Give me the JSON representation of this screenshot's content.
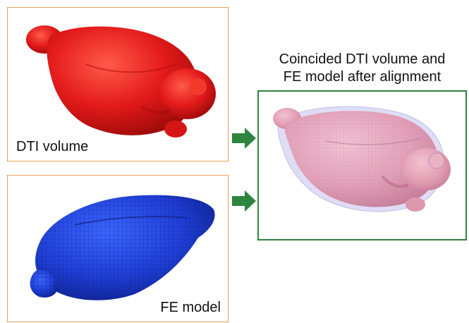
{
  "panels": {
    "dti": {
      "label": "DTI volume",
      "color": "#e31a1a",
      "border": "#e4a35a"
    },
    "fe": {
      "label": "FE model",
      "color": "#1f3fd6",
      "border": "#e4a35a"
    },
    "combined": {
      "title_line1": "Coincided DTI volume and",
      "title_line2": "FE model after alignment",
      "color": "#e4a0b6",
      "border": "#2e8540"
    }
  },
  "arrows": {
    "color": "#2e8540",
    "icon": "arrow-right-icon"
  }
}
